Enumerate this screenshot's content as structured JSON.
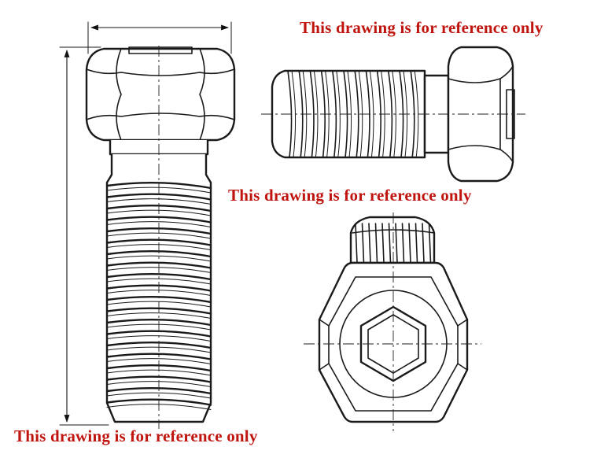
{
  "watermark": {
    "text": "This drawing is for reference only",
    "color": "#c0140f"
  },
  "views": [
    "side-view",
    "horizontal-view",
    "end-view"
  ],
  "icons": [
    "dimension-arrow",
    "hex-socket",
    "thread-helix"
  ]
}
